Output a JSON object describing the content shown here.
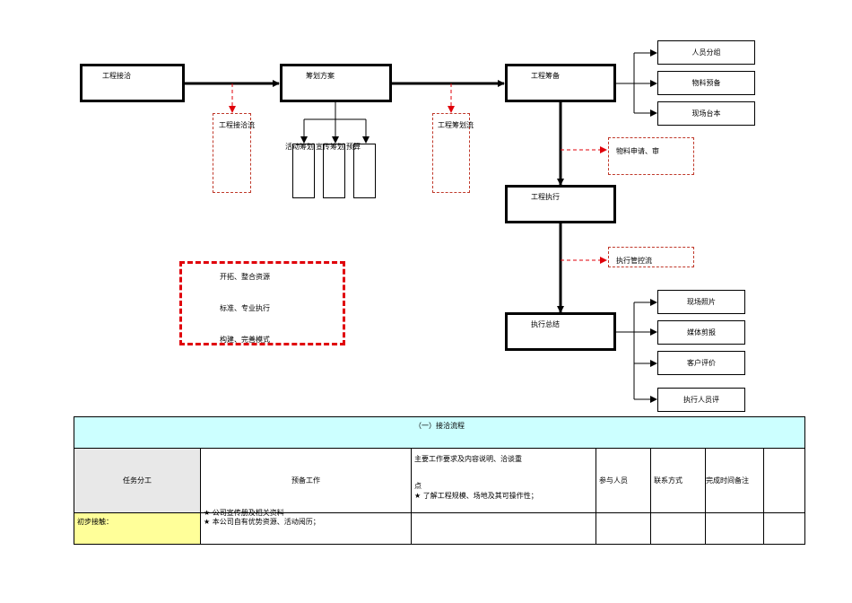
{
  "diagram": {
    "main_boxes": {
      "engineering_contact": "工程接洽",
      "planning_scheme": "筹划方案",
      "engineering_prep": "工程筹备",
      "engineering_exec": "工程执行",
      "exec_summary": "执行总结"
    },
    "dashed_notes": {
      "contact_flow": "工程接洽流",
      "planning_flow": "工程筹划流",
      "material_request": "物料申请、审",
      "exec_control": "执行管控流"
    },
    "planning_subs": [
      "活动筹划",
      "宣传筹划",
      "预算"
    ],
    "prep_outputs": [
      "人员分组",
      "物料预备",
      "现场台本"
    ],
    "summary_outputs": [
      "现场照片",
      "媒体剪报",
      "客户评价",
      "执行人员评"
    ],
    "principles": [
      "开拓、整合资源",
      "标准、专业执行",
      "构建、完善模式"
    ]
  },
  "table": {
    "title": "（一）接洽流程",
    "headers": {
      "task": "任务分工",
      "prep": "预备工作",
      "requirements_line1": "主要工作要求及内容说明、洽谈重",
      "requirements_line2": "点",
      "requirements_line3": "★ 了解工程规模、场地及其可操作性；",
      "participants": "参与人员",
      "contact": "联系方式",
      "completion": "完成时间",
      "remarks": "备注"
    },
    "rows": [
      {
        "task": "初步接触：",
        "prep_line1": "★ 公司宣传册及相关资料",
        "prep_line2": "★ 本公司自有优势资源、活动阅历；"
      }
    ]
  }
}
